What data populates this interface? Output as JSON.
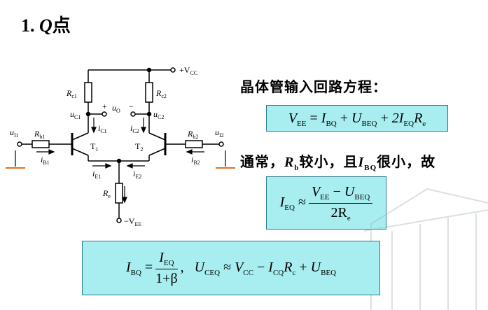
{
  "title": {
    "number": "1.",
    "q": "Q",
    "suffix": "点"
  },
  "heading": "晶体管输入回路方程：",
  "note": {
    "pre": "通常，",
    "r": "R",
    "r_sub": "b",
    "mid": "较小，且",
    "i": "I",
    "i_sub": "BQ",
    "post": "很小，故"
  },
  "eq1": {
    "lhs": "V",
    "lhs_sub": "EE",
    "rhs1": "I",
    "rhs1_sub": "BQ",
    "rhs2": "U",
    "rhs2_sub": "BEQ",
    "rhs3": "2I",
    "rhs3_sub": "EQ",
    "rhs4": "R",
    "rhs4_sub": "e"
  },
  "eq2": {
    "lhs": "I",
    "lhs_sub": "EQ",
    "num_a": "V",
    "num_a_sub": "EE",
    "num_b": "U",
    "num_b_sub": "BEQ",
    "den": "2R",
    "den_sub": "e"
  },
  "eq3": {
    "a": "I",
    "a_sub": "BQ",
    "num": "I",
    "num_sub": "EQ",
    "den": "1+β",
    "b": "U",
    "b_sub": "CEQ",
    "c": "V",
    "c_sub": "CC",
    "d": "I",
    "d_sub": "CQ",
    "e": "R",
    "e_sub": "c",
    "f": "U",
    "f_sub": "BEQ"
  },
  "circuit": {
    "vcc": "+V",
    "vcc_sub": "CC",
    "vee": "−V",
    "vee_sub": "EE",
    "rc1": "R",
    "rc1_sub": "c1",
    "rc2": "R",
    "rc2_sub": "c2",
    "uc1": "u",
    "uc1_sub": "C1",
    "uc2": "u",
    "uc2_sub": "C2",
    "uo": "u",
    "uo_sub": "O",
    "plus": "+",
    "minus": "−",
    "ic1": "i",
    "ic1_sub": "C1",
    "ic2": "i",
    "ic2_sub": "C2",
    "ui1": "u",
    "ui1_sub": "I1",
    "ui2": "u",
    "ui2_sub": "I2",
    "rb1": "R",
    "rb1_sub": "b1",
    "rb2": "R",
    "rb2_sub": "b2",
    "ib1": "i",
    "ib1_sub": "B1",
    "ib2": "i",
    "ib2_sub": "B2",
    "t1": "T",
    "t1_sub": "1",
    "t2": "T",
    "t2_sub": "2",
    "ie1": "i",
    "ie1_sub": "E1",
    "ie2": "i",
    "ie2_sub": "E2",
    "re": "R",
    "re_sub": "e"
  }
}
